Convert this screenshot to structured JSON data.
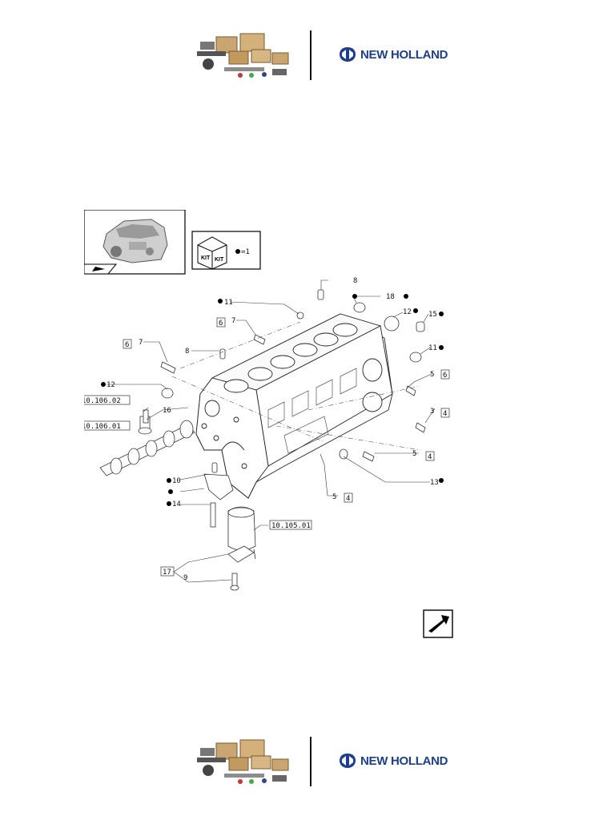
{
  "brand": {
    "name": "NEW HOLLAND",
    "color": "#1d3e8f"
  },
  "kit": {
    "icon_text": "KIT",
    "legend": "=1"
  },
  "callouts": [
    {
      "id": "c8a",
      "text": "8"
    },
    {
      "id": "c11a",
      "text": "11"
    },
    {
      "id": "c18",
      "text": "18"
    },
    {
      "id": "c12a",
      "text": "12"
    },
    {
      "id": "c15",
      "text": "15"
    },
    {
      "id": "c7a",
      "text": "7"
    },
    {
      "id": "c7b",
      "text": "7"
    },
    {
      "id": "c8b",
      "text": "8"
    },
    {
      "id": "c11b",
      "text": "11"
    },
    {
      "id": "c5a",
      "text": "5"
    },
    {
      "id": "c12b",
      "text": "12"
    },
    {
      "id": "c3",
      "text": "3"
    },
    {
      "id": "c16",
      "text": "16"
    },
    {
      "id": "c5b",
      "text": "5"
    },
    {
      "id": "c10",
      "text": "10"
    },
    {
      "id": "c14",
      "text": "14"
    },
    {
      "id": "c13",
      "text": "13"
    },
    {
      "id": "c5c",
      "text": "5"
    },
    {
      "id": "c9",
      "text": "9"
    },
    {
      "id": "c17",
      "text": "17"
    }
  ],
  "boxes": [
    {
      "id": "b6a",
      "text": "6"
    },
    {
      "id": "b6b",
      "text": "6"
    },
    {
      "id": "b6c",
      "text": "6"
    },
    {
      "id": "b4a",
      "text": "4"
    },
    {
      "id": "b4b",
      "text": "4"
    },
    {
      "id": "b4c",
      "text": "4"
    }
  ],
  "refs": [
    {
      "id": "r1",
      "text": "10.106.02"
    },
    {
      "id": "r2",
      "text": "10.106.01"
    },
    {
      "id": "r3",
      "text": "10.105.01"
    }
  ]
}
